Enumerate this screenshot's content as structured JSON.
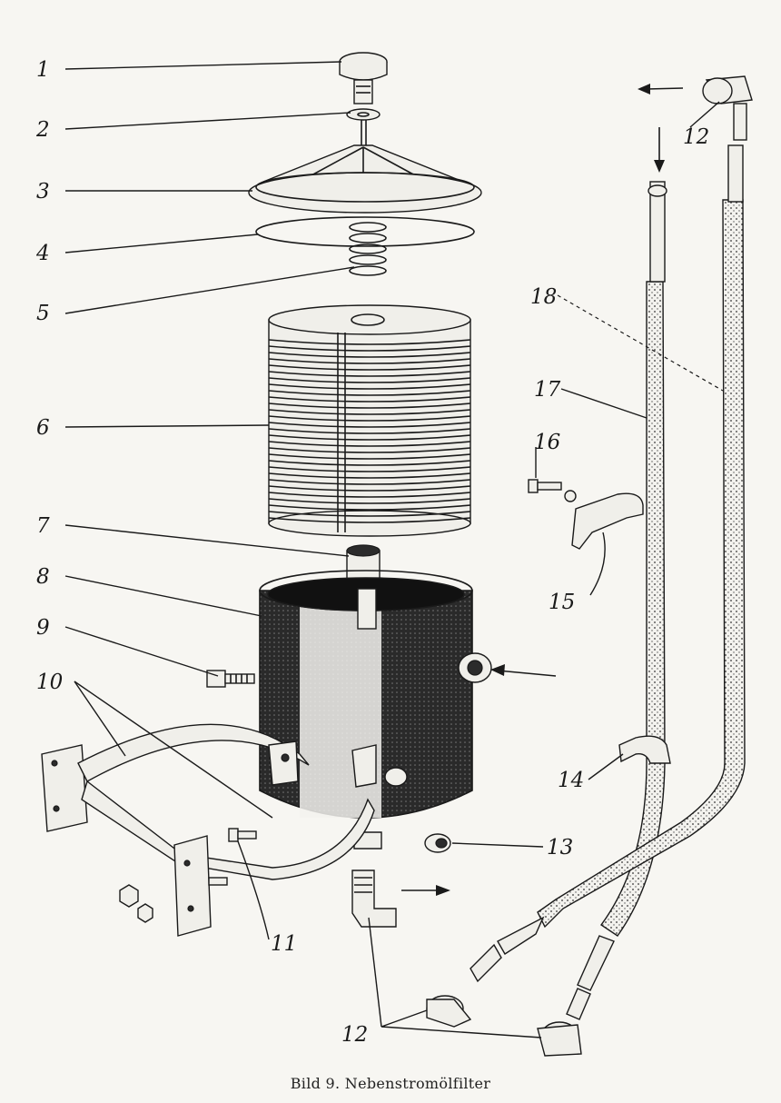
{
  "caption": "Bild 9. Nebenstromölfilter",
  "parts": {
    "p1": "1",
    "p2": "2",
    "p3": "3",
    "p4": "4",
    "p5": "5",
    "p6": "6",
    "p7": "7",
    "p8": "8",
    "p9": "9",
    "p10": "10",
    "p11": "11",
    "p12a": "12",
    "p12b": "12",
    "p13": "13",
    "p14": "14",
    "p15": "15",
    "p16": "16",
    "p17": "17",
    "p18": "18"
  }
}
